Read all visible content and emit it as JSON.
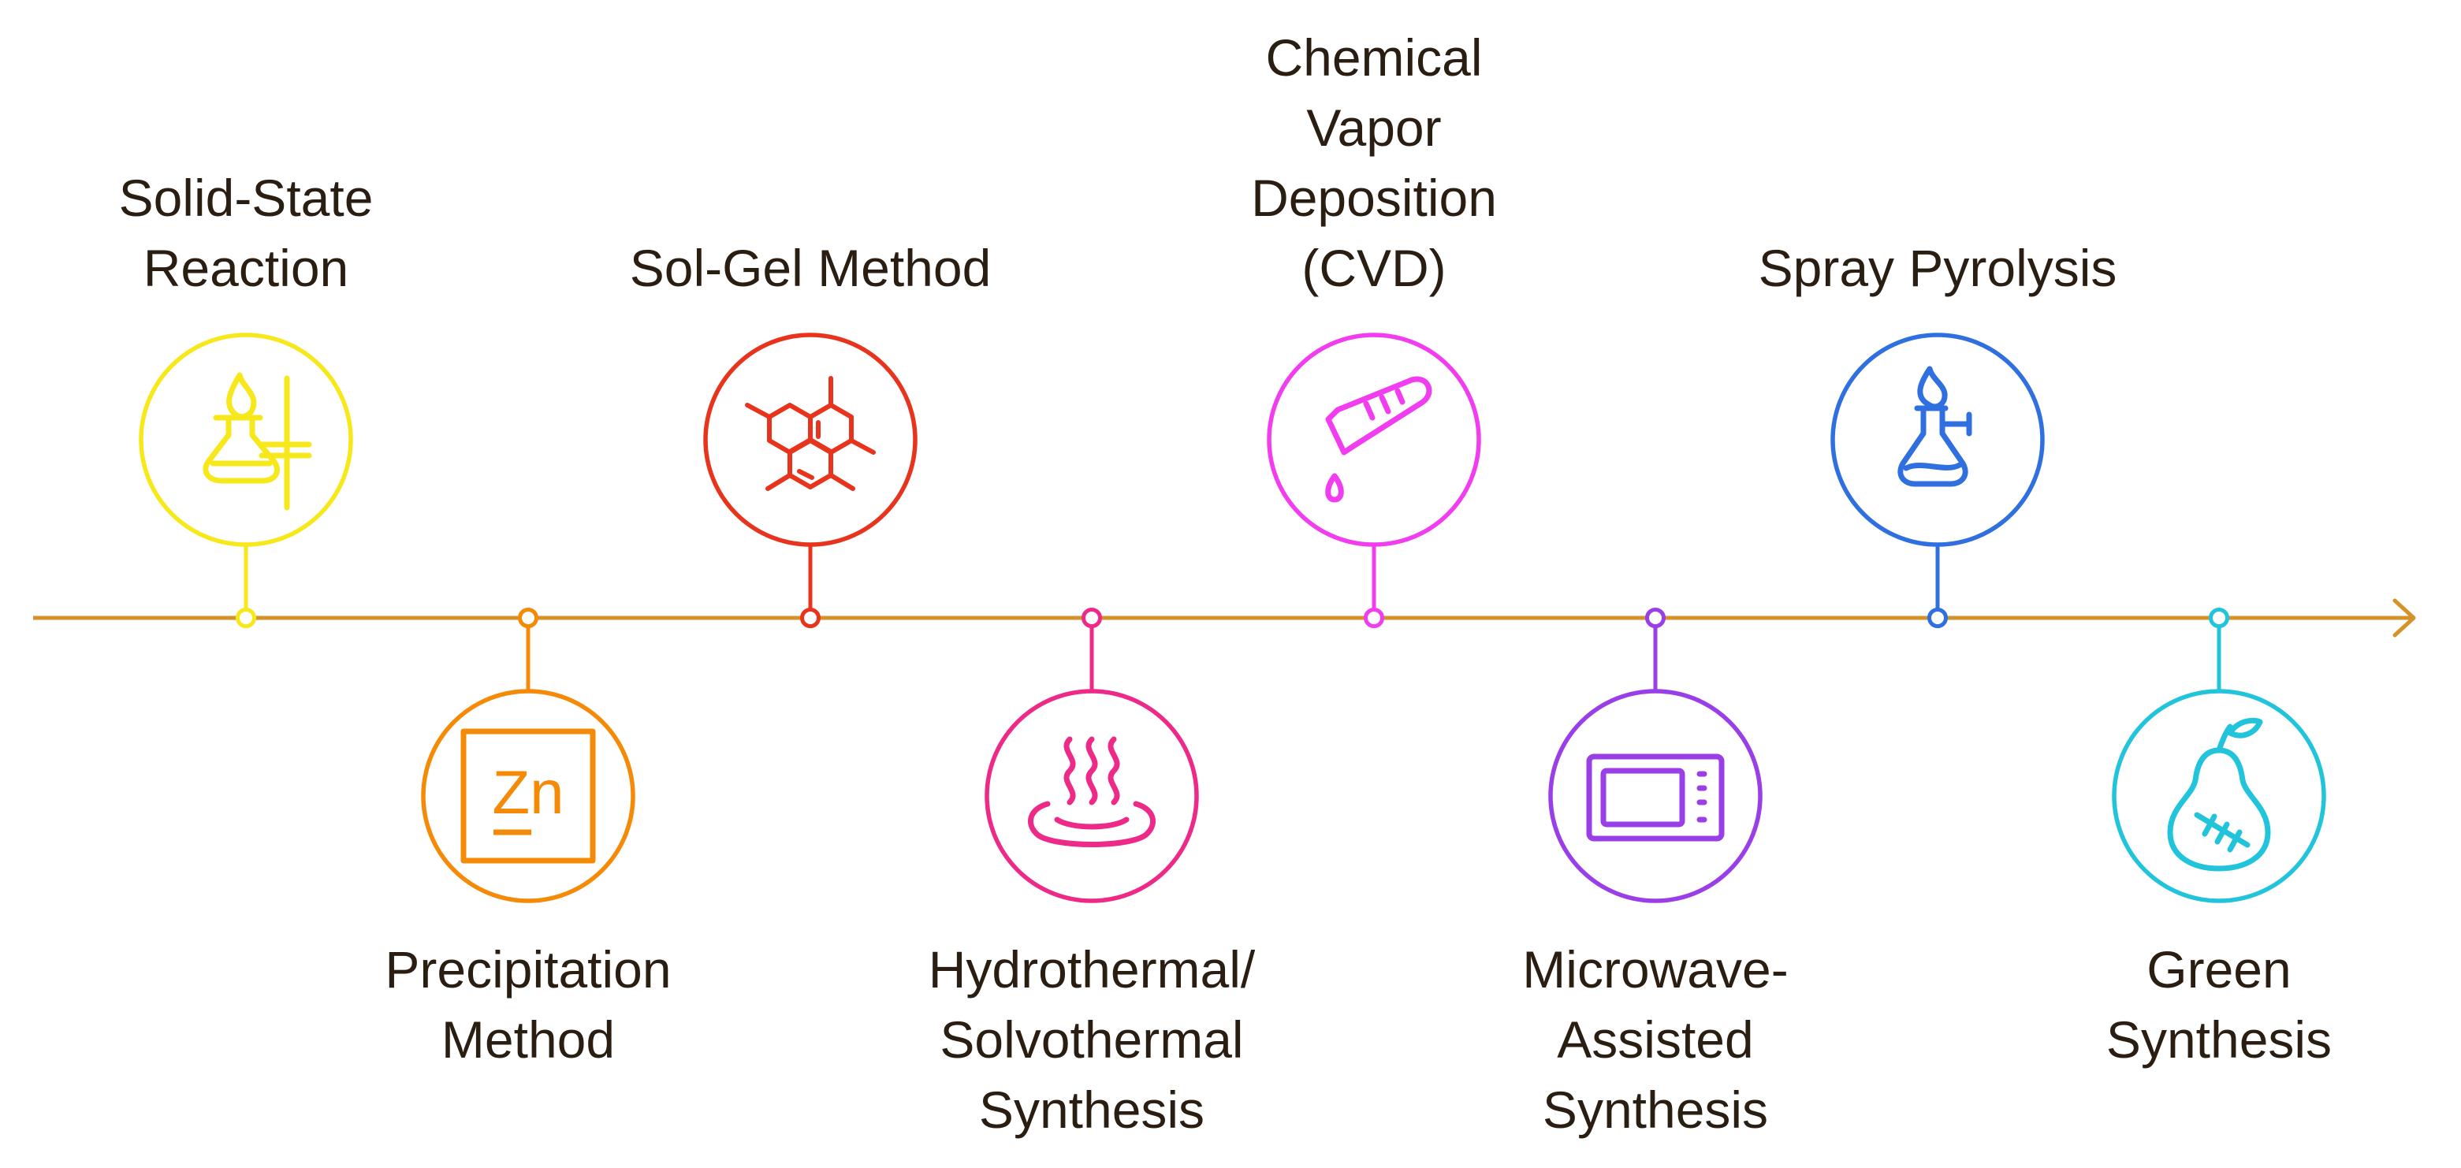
{
  "timeline": {
    "axis_color": "#d4922a",
    "items": [
      {
        "lines": [
          "Solid-State",
          "Reaction"
        ],
        "color": "#f7e81b",
        "icon": "flask-burner-icon",
        "position": "above"
      },
      {
        "lines": [
          "Precipitation",
          "Method"
        ],
        "color": "#f58a07",
        "icon": "zinc-element-icon",
        "badge": "Zn",
        "position": "below"
      },
      {
        "lines": [
          "Sol-Gel Method"
        ],
        "color": "#e8341c",
        "icon": "molecule-icon",
        "position": "above"
      },
      {
        "lines": [
          "Hydrothermal/",
          "Solvothermal",
          "Synthesis"
        ],
        "color": "#ee2a88",
        "icon": "steam-bath-icon",
        "position": "below"
      },
      {
        "lines": [
          "Chemical",
          "Vapor",
          "Deposition",
          "(CVD)"
        ],
        "color": "#f23cf0",
        "icon": "test-tube-drop-icon",
        "position": "above"
      },
      {
        "lines": [
          "Microwave-",
          "Assisted",
          "Synthesis"
        ],
        "color": "#9a3ee8",
        "icon": "microwave-icon",
        "position": "below"
      },
      {
        "lines": [
          "Spray Pyrolysis"
        ],
        "color": "#2f6fe0",
        "icon": "burner-flask-icon",
        "position": "above"
      },
      {
        "lines": [
          "Green",
          "Synthesis"
        ],
        "color": "#22c4dc",
        "icon": "pear-icon",
        "position": "below"
      }
    ]
  }
}
